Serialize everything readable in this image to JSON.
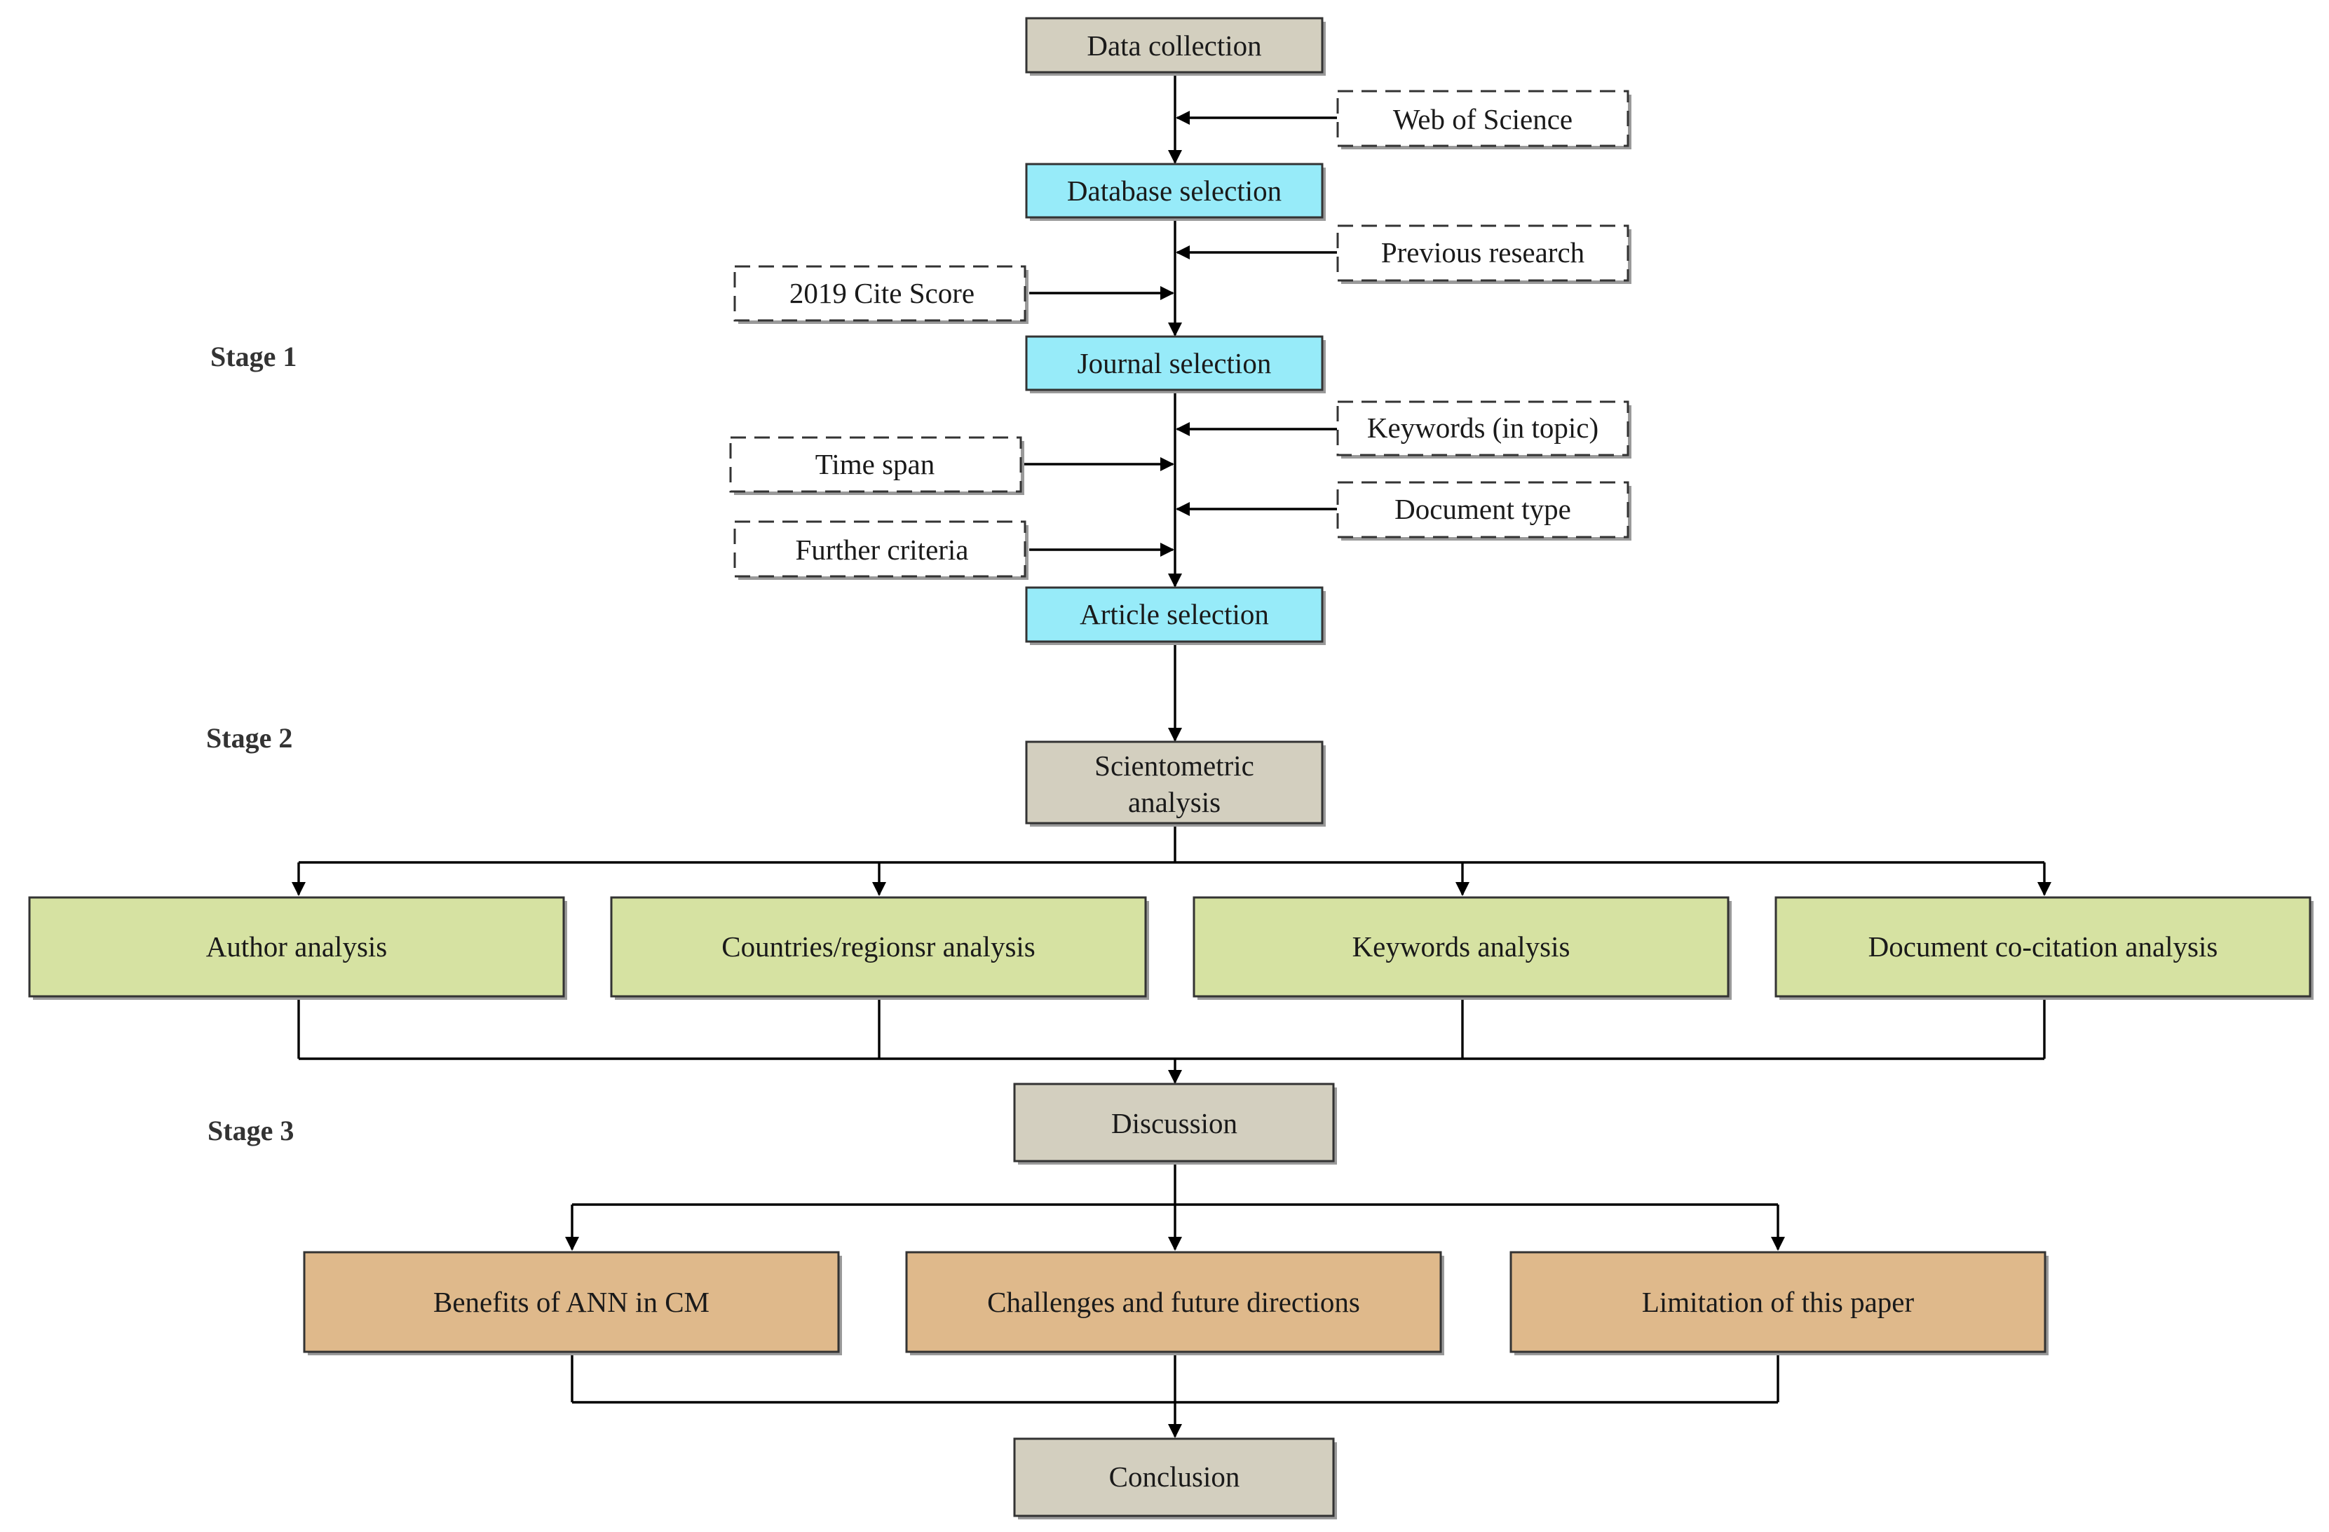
{
  "colors": {
    "gray_box": "#d3cfbf",
    "blue_box": "#97ebf9",
    "green_box": "#d6e2a2",
    "tan_box": "#dfb98b",
    "dashed_box": "#ffffff",
    "border": "#333333",
    "line": "#000000"
  },
  "stages": {
    "stage1": "Stage 1",
    "stage2": "Stage 2",
    "stage3": "Stage 3"
  },
  "pipeline": {
    "data_collection": "Data collection",
    "database_selection": "Database selection",
    "journal_selection": "Journal selection",
    "article_selection": "Article selection",
    "scientometric_line1": "Scientometric",
    "scientometric_line2": "analysis",
    "discussion": "Discussion",
    "conclusion": "Conclusion"
  },
  "criteria": {
    "web_of_science": "Web of Science",
    "previous_research": "Previous research",
    "cite_score": "2019 Cite Score",
    "keywords_in_topic": "Keywords (in topic)",
    "time_span": "Time span",
    "document_type": "Document type",
    "further_criteria": "Further criteria"
  },
  "analyses": [
    "Author analysis",
    "Countries/regionsr analysis",
    "Keywords analysis",
    "Document co-citation analysis"
  ],
  "discussion_items": [
    "Benefits of ANN in CM",
    "Challenges and future directions",
    "Limitation of this paper"
  ]
}
